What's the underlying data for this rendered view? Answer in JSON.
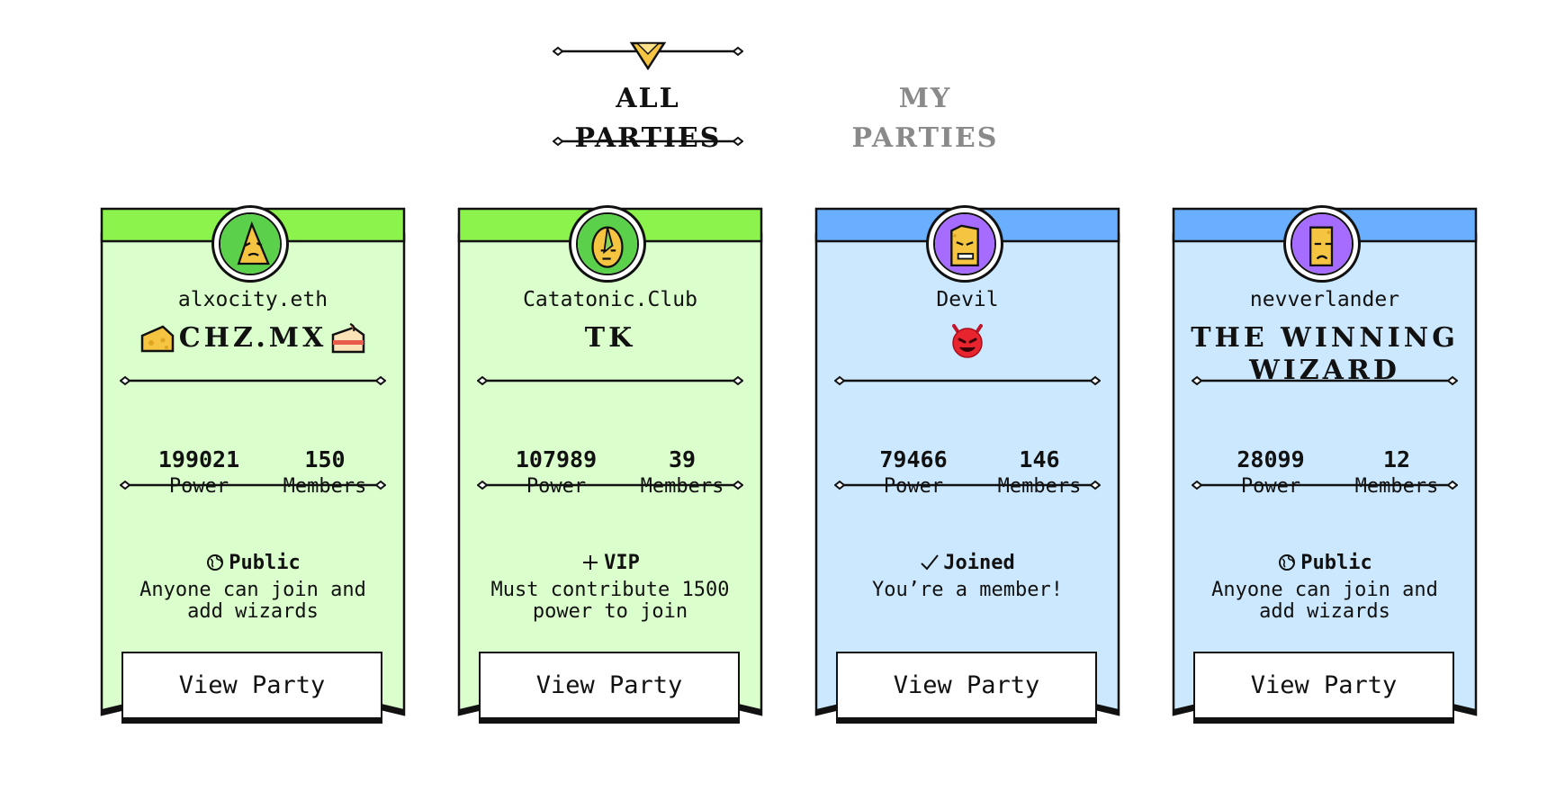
{
  "tabs": {
    "all_label": "ALL PARTIES",
    "my_label": "MY PARTIES",
    "active": "all"
  },
  "colors": {
    "green_header": "#8cf24c",
    "green_body": "#dbffcc",
    "blue_header": "#6aaeff",
    "blue_body": "#cce8ff",
    "tab_inactive": "#8a8a8a",
    "ink": "#111111"
  },
  "cards": [
    {
      "owner": "alxocity.eth",
      "party_name": "CHZ.MX",
      "name_icons": [
        "cheese-icon",
        "cake-icon"
      ],
      "power": "199021",
      "power_label": "Power",
      "members": "150",
      "members_label": "Members",
      "access_icon": "globe-icon",
      "access": "Public",
      "access_desc": "Anyone can join and add wizards",
      "button": "View Party",
      "theme": "green",
      "avatar": "wizard-avatar-green-1"
    },
    {
      "owner": "Catatonic.Club",
      "party_name": "TK",
      "name_icons": [],
      "power": "107989",
      "power_label": "Power",
      "members": "39",
      "members_label": "Members",
      "access_icon": "plus-icon",
      "access": "VIP",
      "access_desc": "Must contribute 1500 power to join",
      "button": "View Party",
      "theme": "green",
      "avatar": "wizard-avatar-green-2"
    },
    {
      "owner": "Devil",
      "party_name": "",
      "name_icons": [
        "devil-emoji-icon"
      ],
      "power": "79466",
      "power_label": "Power",
      "members": "146",
      "members_label": "Members",
      "access_icon": "checkmark-icon",
      "access": "Joined",
      "access_desc": "You’re a member!",
      "button": "View Party",
      "theme": "blue",
      "avatar": "wizard-avatar-purple-1"
    },
    {
      "owner": "nevverlander",
      "party_name": "THE WINNING WIZARD",
      "name_icons": [],
      "power": "28099",
      "power_label": "Power",
      "members": "12",
      "members_label": "Members",
      "access_icon": "globe-icon",
      "access": "Public",
      "access_desc": "Anyone can join and add wizards",
      "button": "View Party",
      "theme": "blue",
      "avatar": "wizard-avatar-purple-2"
    }
  ]
}
